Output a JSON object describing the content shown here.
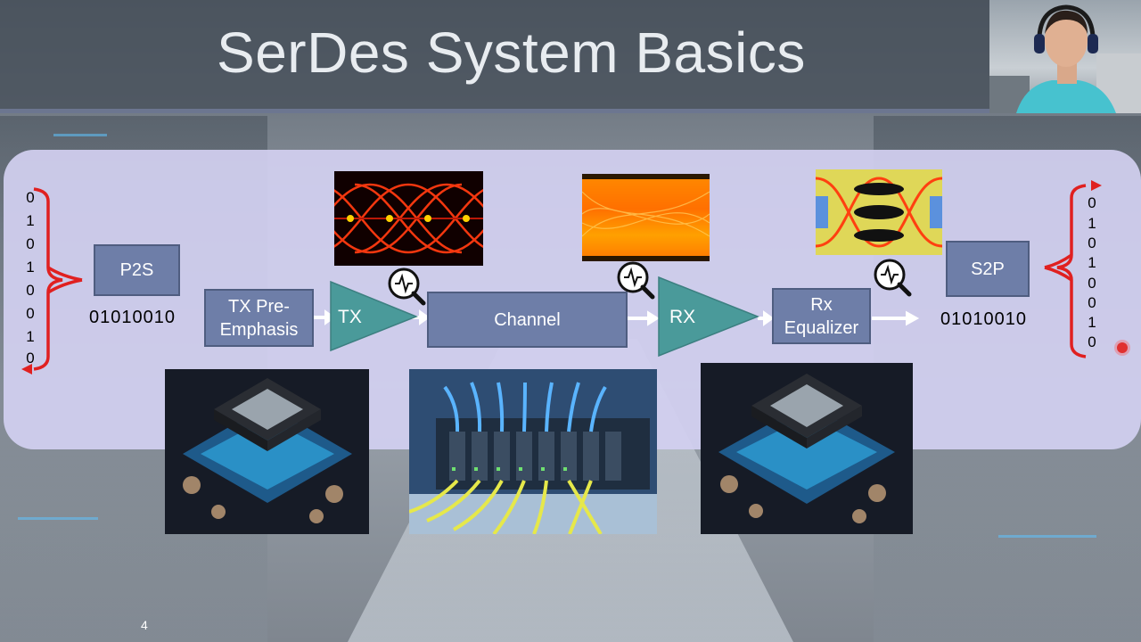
{
  "slide": {
    "title": "SerDes System Basics",
    "page_number": "4"
  },
  "blocks": {
    "p2s": "P2S",
    "tx_pre": "TX Pre-Emphasis",
    "tx": "TX",
    "channel": "Channel",
    "rx": "RX",
    "rx_eq": "Rx Equalizer",
    "s2p": "S2P"
  },
  "serial_left": "01010010",
  "serial_right": "01010010",
  "bits_left": [
    "0",
    "1",
    "0",
    "1",
    "0",
    "0",
    "1",
    "0"
  ],
  "bits_right": [
    "0",
    "1",
    "0",
    "1",
    "0",
    "0",
    "1",
    "0"
  ],
  "colors": {
    "block": "#6e7ea8",
    "triangle": "#4a9a9a",
    "brace": "#e02020",
    "panel": "#d2d0f0"
  }
}
